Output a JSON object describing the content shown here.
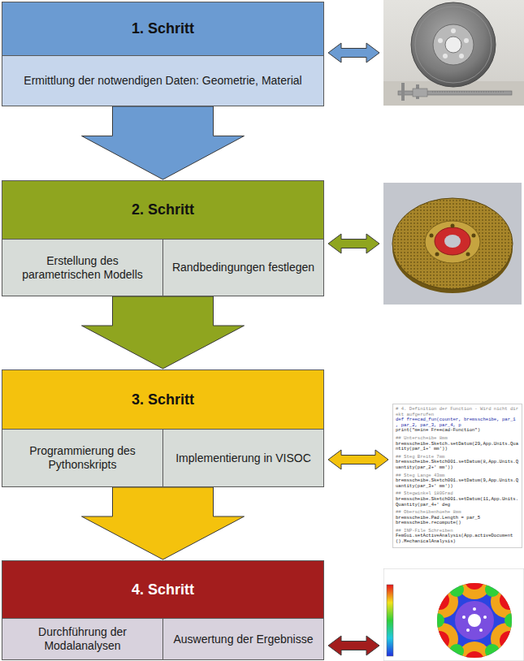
{
  "diagram": {
    "nodes": [
      {
        "text": [
          "1. Schritt"
        ]
      },
      {
        "text": [
          "Ermittlung der notwendigen Daten: Geometrie, Material"
        ],
        "in": 0
      },
      {
        "text": []
      },
      {
        "text": [
          "2. Schritt"
        ]
      },
      {
        "text": [
          "Erstellung des parametrischen Modells"
        ],
        "in": 3
      },
      {
        "text": [
          "Randbedingungen festlegen"
        ],
        "in": 3
      },
      {
        "text": []
      },
      {
        "text": [
          "3. Schritt"
        ]
      },
      {
        "text": [
          "Programmierung des Pythonskripts"
        ],
        "in": 7
      },
      {
        "text": [
          "Implementierung in VISOC"
        ],
        "in": 7
      },
      {
        "text": [
          "# 4. Definition der Function - Wird nicht direkt aufgerufen",
          "def freecad_fun(counter, bremsscheibe, par_1 , par_2, par_3, par_4, p",
          "print(\"meine Freecad-Function\")",
          "## Unterscheibe 8mm",
          "bremsscheibe.Sketch.setDatum(29,App.Units.Quantity(par_1+' mm'))",
          "## Steg Breite 7mm",
          "bremsscheibe.Sketch001.setDatum(8,App.Units.Quantity(par_2+' mm'))",
          "## Steg Lange 43mm",
          "bremsscheibe.Sketch001.setDatum(9,App.Units.Quantity(par_3+' mm'))",
          "## Stegwinkel 180Grad",
          "bremsscheibe.Sketch001.setDatum(11,App.Units.Quantity(par_4+' deg",
          "## Oberscheibenhoehe 8mm",
          "bremsscheibe.Pad.Length = par_5",
          "bremsscheibe.recompute()",
          "## INP-File Schreiben",
          "FemGui.setActiveAnalysis(App.activeDocument().MechanicalAnalysis)"
        ]
      },
      {
        "text": [
          "4. Schritt"
        ]
      },
      {
        "text": [
          "Durchführung der Modalanalysen"
        ],
        "in": 11
      },
      {
        "text": [
          "Auswertung der Ergebnisse"
        ],
        "in": 11
      },
      {
        "text": []
      }
    ],
    "edges": [
      {
        "from": 0,
        "to": 3,
        "arrow": "to"
      },
      {
        "from": 3,
        "to": 7,
        "arrow": "to"
      },
      {
        "from": 7,
        "to": 11,
        "arrow": "to"
      },
      {
        "from": 0,
        "to": 2,
        "arrow": "both"
      },
      {
        "from": 3,
        "to": 6,
        "arrow": "both"
      },
      {
        "from": 7,
        "to": 10,
        "arrow": "both"
      },
      {
        "from": 11,
        "to": 14,
        "arrow": "both"
      }
    ]
  }
}
